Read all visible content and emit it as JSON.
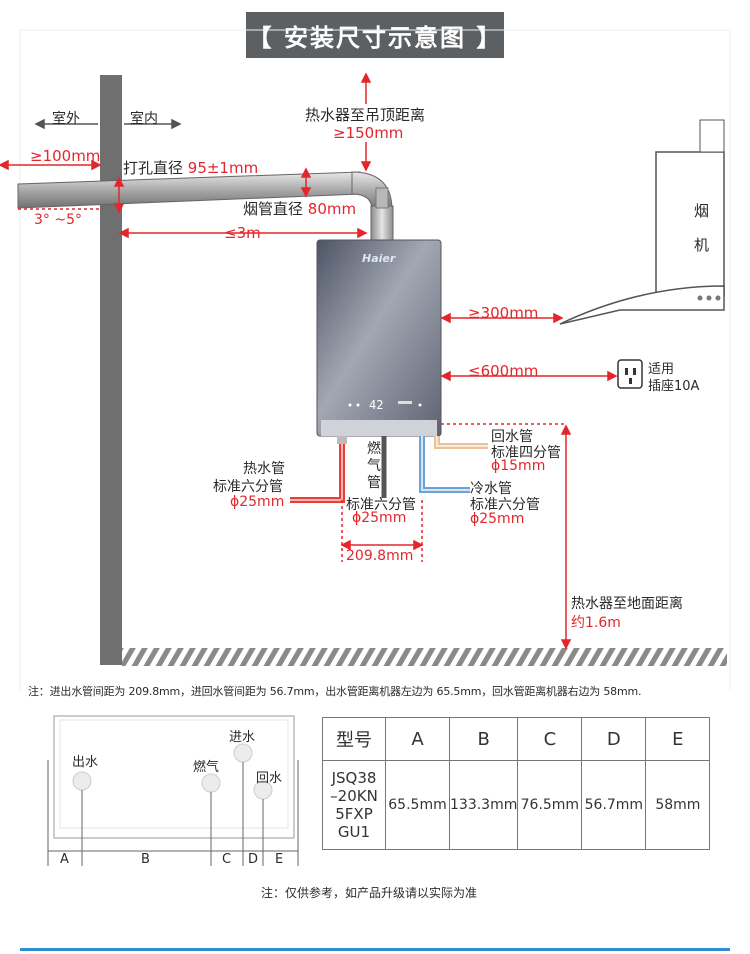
{
  "title": "【 安装尺寸示意图 】",
  "labels": {
    "outdoor": "室外",
    "indoor": "室内",
    "ceiling_label": "热水器至吊顶距离",
    "ceiling_value": "≥150mm",
    "wall_extend": "≥100mm",
    "hole_label": "打孔直径 ",
    "hole_value": "95±1mm",
    "slope": "3° ~5°",
    "pipe_label": "烟管直径 ",
    "pipe_value": "80mm",
    "pipe_length": "≤3m",
    "brand": "Haier",
    "display": "42",
    "hood_chars": [
      "烟",
      "机"
    ],
    "hood_gap": "≥300mm",
    "socket_gap": "≤600mm",
    "socket_label_1": "适用",
    "socket_label_2": "插座10A",
    "return_pipe_1": "回水管",
    "return_pipe_2": "标准四分管",
    "return_pipe_3": "ϕ15mm",
    "hot_pipe_1": "热水管",
    "hot_pipe_2": "标准六分管",
    "hot_pipe_3": "ϕ25mm",
    "gas_pipe_chars": [
      "燃",
      "气",
      "管"
    ],
    "gas_pipe_2": "标准六分管",
    "gas_pipe_3": "ϕ25mm",
    "cold_pipe_1": "冷水管",
    "cold_pipe_2": "标准六分管",
    "cold_pipe_3": "ϕ25mm",
    "pipe_spacing": "209.8mm",
    "ground_label": "热水器至地面距离",
    "ground_value": "约1.6m",
    "note": "注：进出水管间距为 209.8mm，进回水管间距为 56.7mm，出水管距离机器左边为 65.5mm，回水管距离机器右边为 58mm.",
    "bottom_note": "注：仅供参考，如产品升级请以实际为准"
  },
  "bottom_view": {
    "outlet": "出水",
    "gas": "燃气",
    "inlet": "进水",
    "return": "回水",
    "dims": [
      "A",
      "B",
      "C",
      "D",
      "E"
    ]
  },
  "spec_table": {
    "headers": [
      "型号",
      "A",
      "B",
      "C",
      "D",
      "E"
    ],
    "model_lines": [
      "JSQ38",
      "–20KN",
      "5FXP",
      "GU1"
    ],
    "values": [
      "65.5mm",
      "133.3mm",
      "76.5mm",
      "56.7mm",
      "58mm"
    ]
  },
  "colors": {
    "accent_red": "#e3262c",
    "title_bg": "#5d6063",
    "hot_pipe": "#e5413a",
    "cold_pipe": "#6fa3d6",
    "return_pipe": "#e8c29a",
    "footer_line": "#2f8fd0"
  }
}
